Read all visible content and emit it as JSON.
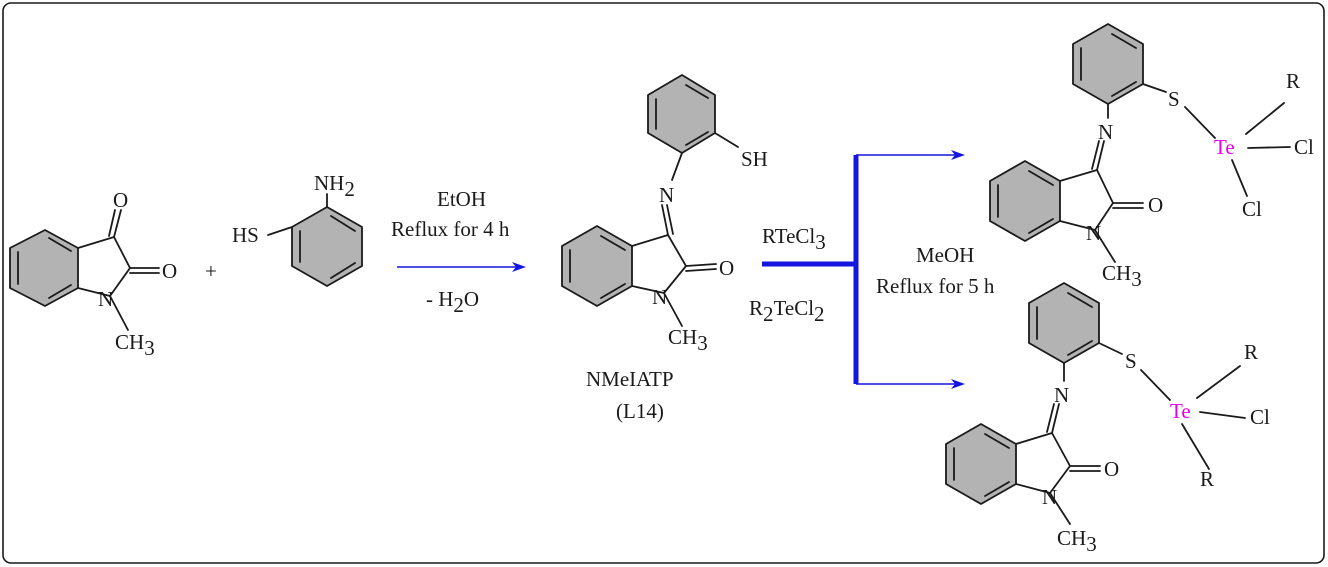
{
  "labels": {
    "O": "O",
    "N": "N",
    "S": "S",
    "SH": "SH",
    "HS": "HS",
    "NH": "NH",
    "Te": "Te",
    "Cl": "Cl",
    "R": "R",
    "CH": "CH",
    "sub2": "2",
    "sub3": "3",
    "plus": "+"
  },
  "conditions": {
    "step1_solvent": "EtOH",
    "step1_reflux": "Reflux for 4 h",
    "step1_minus": "- H",
    "step1_water_tail": "O",
    "reagent1_prefix": "RTeCl",
    "reagent2_r": "R",
    "reagent2_mid": "TeCl",
    "step2_solvent": "MeOH",
    "step2_reflux": "Reflux for 5 h"
  },
  "compound": {
    "name": "NMeIATP",
    "code": "(L14)"
  },
  "colors": {
    "arrow": "#1515e0",
    "tellurium": "#e600e6",
    "ring_fill": "#b3b3b3"
  }
}
